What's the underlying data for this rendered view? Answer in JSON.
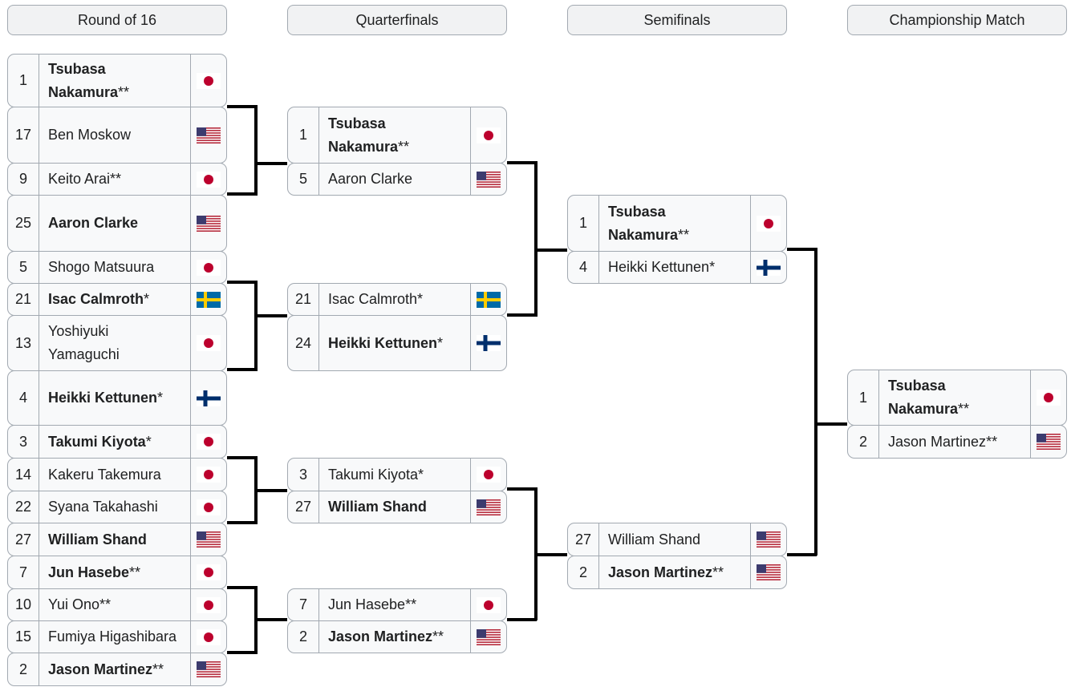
{
  "headers": [
    "Round of 16",
    "Quarterfinals",
    "Semifinals",
    "Championship Match"
  ],
  "round16": [
    {
      "seed": "1",
      "name": "Tsubasa Nakamura",
      "mark": "**",
      "flag": "japan",
      "winner": true
    },
    {
      "seed": "17",
      "name": "Ben Moskow",
      "mark": "",
      "flag": "usa",
      "winner": false
    },
    {
      "seed": "9",
      "name": "Keito Arai",
      "mark": "**",
      "flag": "japan",
      "winner": false
    },
    {
      "seed": "25",
      "name": "Aaron Clarke",
      "mark": "",
      "flag": "usa",
      "winner": true
    },
    {
      "seed": "5",
      "name": "Shogo Matsuura",
      "mark": "",
      "flag": "japan",
      "winner": false
    },
    {
      "seed": "21",
      "name": "Isac Calmroth",
      "mark": "*",
      "flag": "sweden",
      "winner": true
    },
    {
      "seed": "13",
      "name": "Yoshiyuki Yamaguchi",
      "mark": "",
      "flag": "japan",
      "winner": false
    },
    {
      "seed": "4",
      "name": "Heikki Kettunen",
      "mark": "*",
      "flag": "finland",
      "winner": true
    },
    {
      "seed": "3",
      "name": "Takumi Kiyota",
      "mark": "*",
      "flag": "japan",
      "winner": true
    },
    {
      "seed": "14",
      "name": "Kakeru Takemura",
      "mark": "",
      "flag": "japan",
      "winner": false
    },
    {
      "seed": "22",
      "name": "Syana Takahashi",
      "mark": "",
      "flag": "japan",
      "winner": false
    },
    {
      "seed": "27",
      "name": "William Shand",
      "mark": "",
      "flag": "usa",
      "winner": true
    },
    {
      "seed": "7",
      "name": "Jun Hasebe",
      "mark": "**",
      "flag": "japan",
      "winner": true
    },
    {
      "seed": "10",
      "name": "Yui Ono",
      "mark": "**",
      "flag": "japan",
      "winner": false
    },
    {
      "seed": "15",
      "name": "Fumiya Higashibara",
      "mark": "",
      "flag": "japan",
      "winner": false
    },
    {
      "seed": "2",
      "name": "Jason Martinez",
      "mark": "**",
      "flag": "usa",
      "winner": true
    }
  ],
  "quarterfinals": [
    {
      "seed": "1",
      "name": "Tsubasa Nakamura",
      "mark": "**",
      "flag": "japan",
      "winner": true
    },
    {
      "seed": "5",
      "name": "Aaron Clarke",
      "mark": "",
      "flag": "usa",
      "winner": false
    },
    {
      "seed": "21",
      "name": "Isac Calmroth",
      "mark": "*",
      "flag": "sweden",
      "winner": false
    },
    {
      "seed": "24",
      "name": "Heikki Kettunen",
      "mark": "*",
      "flag": "finland",
      "winner": true
    },
    {
      "seed": "3",
      "name": "Takumi Kiyota",
      "mark": "*",
      "flag": "japan",
      "winner": false
    },
    {
      "seed": "27",
      "name": "William Shand",
      "mark": "",
      "flag": "usa",
      "winner": true
    },
    {
      "seed": "7",
      "name": "Jun Hasebe",
      "mark": "**",
      "flag": "japan",
      "winner": false
    },
    {
      "seed": "2",
      "name": "Jason Martinez",
      "mark": "**",
      "flag": "usa",
      "winner": true
    }
  ],
  "semifinals": [
    {
      "seed": "1",
      "name": "Tsubasa Nakamura",
      "mark": "**",
      "flag": "japan",
      "winner": true
    },
    {
      "seed": "4",
      "name": "Heikki Kettunen",
      "mark": "*",
      "flag": "finland",
      "winner": false
    },
    {
      "seed": "27",
      "name": "William Shand",
      "mark": "",
      "flag": "usa",
      "winner": false
    },
    {
      "seed": "2",
      "name": "Jason Martinez",
      "mark": "**",
      "flag": "usa",
      "winner": true
    }
  ],
  "final": [
    {
      "seed": "1",
      "name": "Tsubasa Nakamura",
      "mark": "**",
      "flag": "japan",
      "winner": true
    },
    {
      "seed": "2",
      "name": "Jason Martinez",
      "mark": "**",
      "flag": "usa",
      "winner": false
    }
  ],
  "flag_colors": {
    "japan": {
      "bg": "#ffffff",
      "disc": "#bc002d"
    },
    "usa": {
      "stripe": "#b22234",
      "canton": "#3c3b6e"
    },
    "sweden": {
      "bg": "#006aa7",
      "cross": "#fecc00"
    },
    "finland": {
      "bg": "#ffffff",
      "cross": "#002f6c"
    }
  }
}
